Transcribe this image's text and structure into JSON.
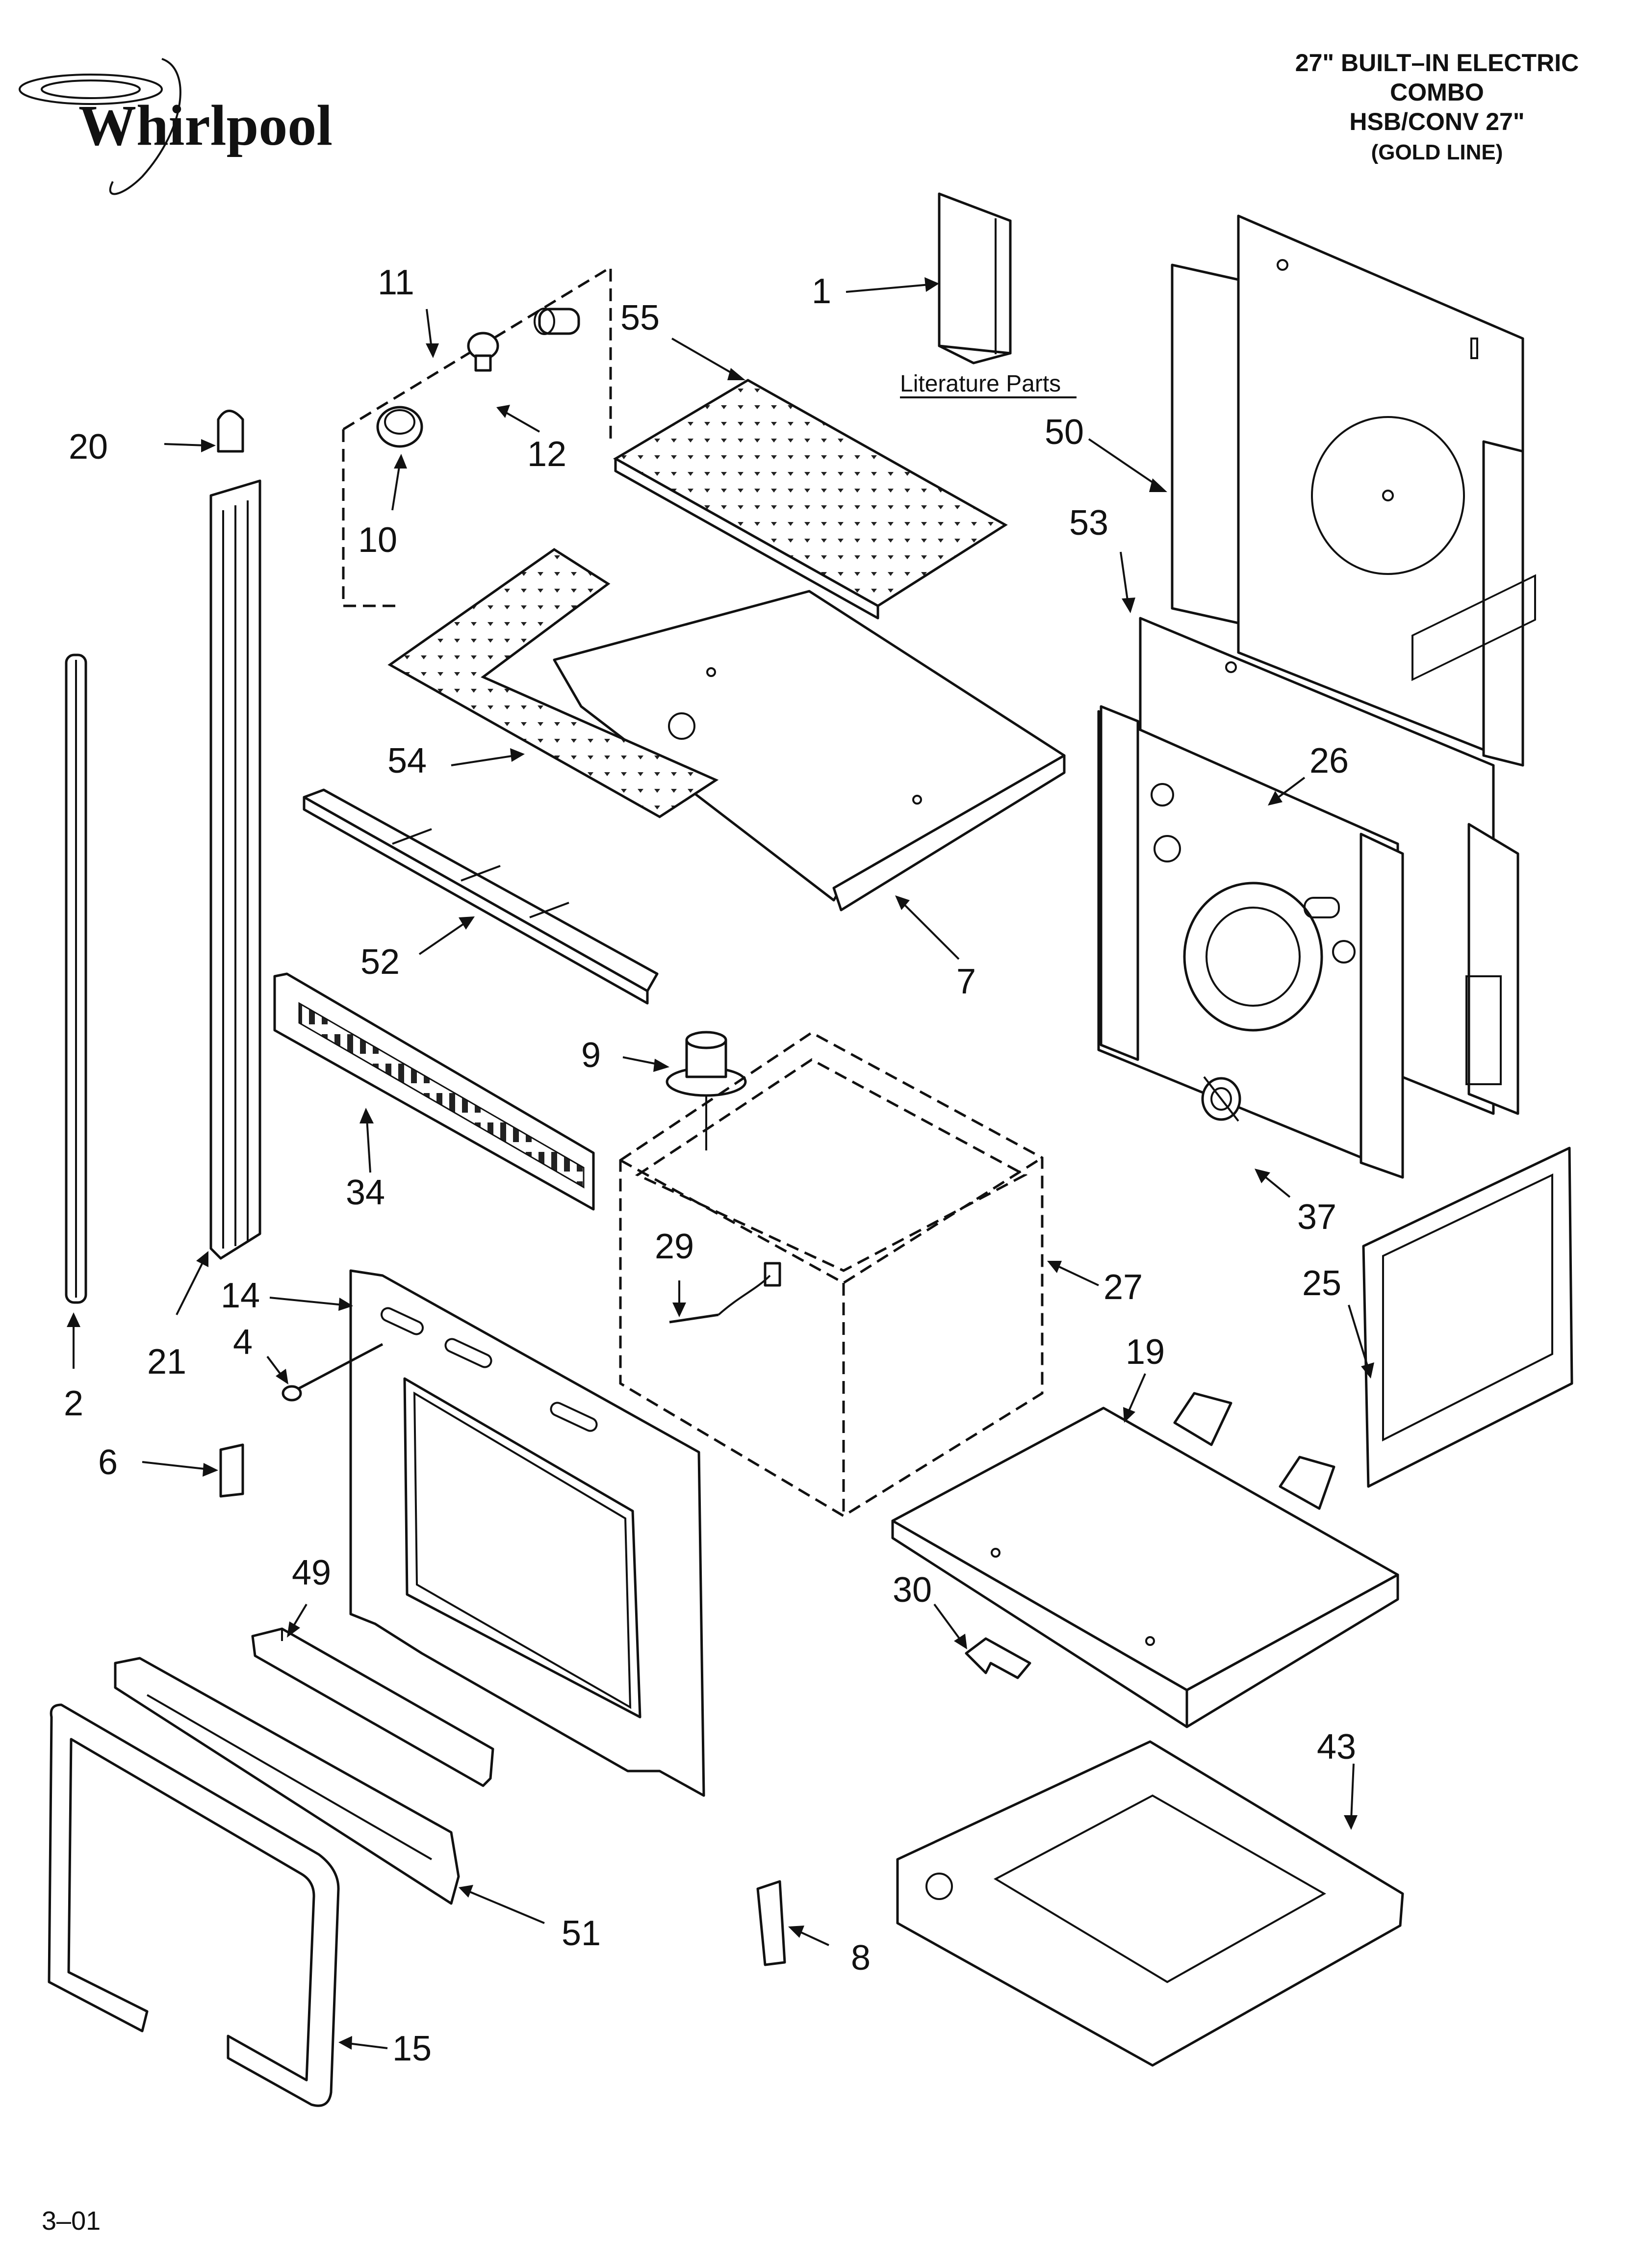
{
  "brand": {
    "logo_text": "Whirlpool"
  },
  "title": {
    "line1": "27\" BUILT–IN ELECTRIC",
    "line2": "COMBO",
    "line3": "HSB/CONV 27\"",
    "line4": "(GOLD LINE)"
  },
  "literature_label": "Literature Parts",
  "page_code": "3–01",
  "callouts": {
    "c1": "1",
    "c2": "2",
    "c4": "4",
    "c6": "6",
    "c7": "7",
    "c8": "8",
    "c9": "9",
    "c10": "10",
    "c11": "11",
    "c12": "12",
    "c14": "14",
    "c15": "15",
    "c19": "19",
    "c20": "20",
    "c21": "21",
    "c25": "25",
    "c26": "26",
    "c27": "27",
    "c29": "29",
    "c30": "30",
    "c34": "34",
    "c37": "37",
    "c43": "43",
    "c49": "49",
    "c50": "50",
    "c51": "51",
    "c52": "52",
    "c53": "53",
    "c54": "54",
    "c55": "55"
  }
}
